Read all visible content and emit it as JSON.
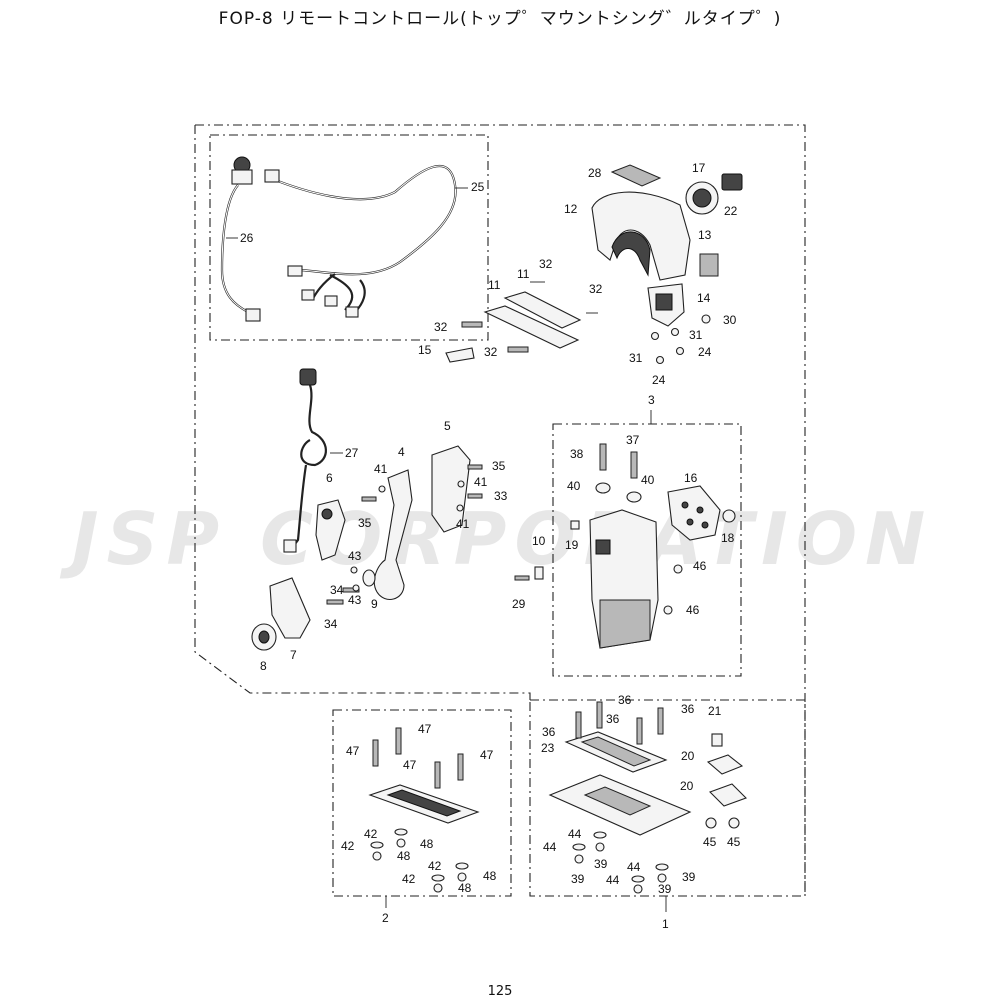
{
  "header": {
    "title": "FOP-8 リモートコントロール(トップ゜マウントシング゛ルタイプ゜)"
  },
  "footer": {
    "page_number": "125"
  },
  "watermark": {
    "text": "JSP CORPORATION"
  },
  "callouts": [
    {
      "id": "c25",
      "text": "25"
    },
    {
      "id": "c26",
      "text": "26"
    },
    {
      "id": "c28",
      "text": "28"
    },
    {
      "id": "c17",
      "text": "17"
    },
    {
      "id": "c12",
      "text": "12"
    },
    {
      "id": "c22",
      "text": "22"
    },
    {
      "id": "c13",
      "text": "13"
    },
    {
      "id": "c32a",
      "text": "32"
    },
    {
      "id": "c11a",
      "text": "11"
    },
    {
      "id": "c11b",
      "text": "11"
    },
    {
      "id": "c32b",
      "text": "32"
    },
    {
      "id": "c14",
      "text": "14"
    },
    {
      "id": "c32c",
      "text": "32"
    },
    {
      "id": "c30",
      "text": "30"
    },
    {
      "id": "c31a",
      "text": "31"
    },
    {
      "id": "c15",
      "text": "15"
    },
    {
      "id": "c32d",
      "text": "32"
    },
    {
      "id": "c31b",
      "text": "31"
    },
    {
      "id": "c24a",
      "text": "24"
    },
    {
      "id": "c24b",
      "text": "24"
    },
    {
      "id": "c3",
      "text": "3"
    },
    {
      "id": "c5",
      "text": "5"
    },
    {
      "id": "c27",
      "text": "27"
    },
    {
      "id": "c4",
      "text": "4"
    },
    {
      "id": "c41a",
      "text": "41"
    },
    {
      "id": "c35a",
      "text": "35"
    },
    {
      "id": "c38",
      "text": "38"
    },
    {
      "id": "c37",
      "text": "37"
    },
    {
      "id": "c41b",
      "text": "41"
    },
    {
      "id": "c6",
      "text": "6"
    },
    {
      "id": "c33",
      "text": "33"
    },
    {
      "id": "c16",
      "text": "16"
    },
    {
      "id": "c40a",
      "text": "40"
    },
    {
      "id": "c40b",
      "text": "40"
    },
    {
      "id": "c35b",
      "text": "35"
    },
    {
      "id": "c41c",
      "text": "41"
    },
    {
      "id": "c18",
      "text": "18"
    },
    {
      "id": "c19",
      "text": "19"
    },
    {
      "id": "c10",
      "text": "10"
    },
    {
      "id": "c43a",
      "text": "43"
    },
    {
      "id": "c46a",
      "text": "46"
    },
    {
      "id": "c34a",
      "text": "34"
    },
    {
      "id": "c43b",
      "text": "43"
    },
    {
      "id": "c9",
      "text": "9"
    },
    {
      "id": "c29",
      "text": "29"
    },
    {
      "id": "c46b",
      "text": "46"
    },
    {
      "id": "c34b",
      "text": "34"
    },
    {
      "id": "c7",
      "text": "7"
    },
    {
      "id": "c8",
      "text": "8"
    },
    {
      "id": "c36a",
      "text": "36"
    },
    {
      "id": "c36b",
      "text": "36"
    },
    {
      "id": "c36c",
      "text": "36"
    },
    {
      "id": "c36d",
      "text": "36"
    },
    {
      "id": "c21",
      "text": "21"
    },
    {
      "id": "c47a",
      "text": "47"
    },
    {
      "id": "c47b",
      "text": "47"
    },
    {
      "id": "c47c",
      "text": "47"
    },
    {
      "id": "c47d",
      "text": "47"
    },
    {
      "id": "c23",
      "text": "23"
    },
    {
      "id": "c20a",
      "text": "20"
    },
    {
      "id": "c20b",
      "text": "20"
    },
    {
      "id": "c42a",
      "text": "42"
    },
    {
      "id": "c48a",
      "text": "48"
    },
    {
      "id": "c42b",
      "text": "42"
    },
    {
      "id": "c48b",
      "text": "48"
    },
    {
      "id": "c44a",
      "text": "44"
    },
    {
      "id": "c45a",
      "text": "45"
    },
    {
      "id": "c45b",
      "text": "45"
    },
    {
      "id": "c44b",
      "text": "44"
    },
    {
      "id": "c39a",
      "text": "39"
    },
    {
      "id": "c39b",
      "text": "39"
    },
    {
      "id": "c42c",
      "text": "42"
    },
    {
      "id": "c48c",
      "text": "48"
    },
    {
      "id": "c42d",
      "text": "42"
    },
    {
      "id": "c48d",
      "text": "48"
    },
    {
      "id": "c44c",
      "text": "44"
    },
    {
      "id": "c44d",
      "text": "44"
    },
    {
      "id": "c39c",
      "text": "39"
    },
    {
      "id": "c39d",
      "text": "39"
    },
    {
      "id": "c2",
      "text": "2"
    },
    {
      "id": "c1",
      "text": "1"
    }
  ]
}
